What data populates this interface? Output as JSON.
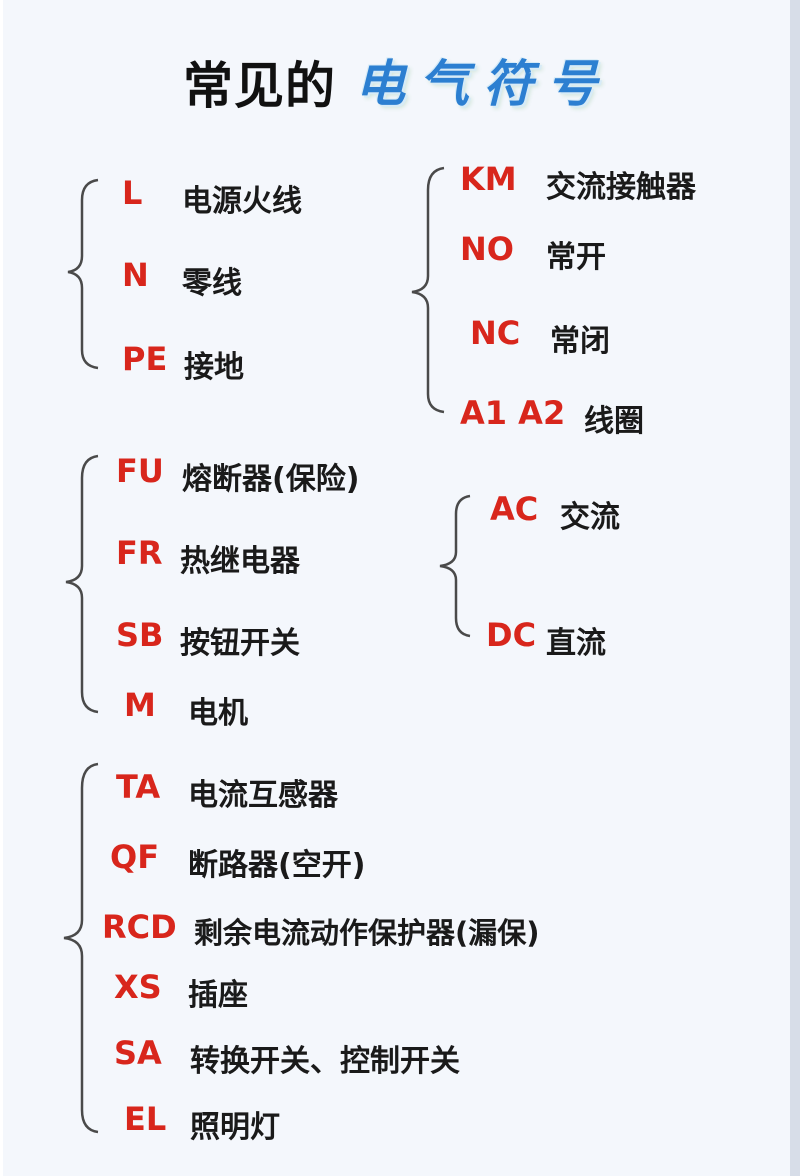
{
  "title": {
    "main": "常见的",
    "accent": "电气符号"
  },
  "groups": [
    {
      "items": [
        {
          "code": "L",
          "label": "电源火线"
        },
        {
          "code": "N",
          "label": "零线"
        },
        {
          "code": "PE",
          "label": "接地"
        }
      ]
    },
    {
      "items": [
        {
          "code": "KM",
          "label": "交流接触器"
        },
        {
          "code": "NO",
          "label": "常开"
        },
        {
          "code": "NC",
          "label": "常闭"
        },
        {
          "code": "A1 A2",
          "label": "线圈"
        }
      ]
    },
    {
      "items": [
        {
          "code": "FU",
          "label": "熔断器(保险)"
        },
        {
          "code": "FR",
          "label": "热继电器"
        },
        {
          "code": "SB",
          "label": "按钮开关"
        },
        {
          "code": "M",
          "label": "电机"
        }
      ]
    },
    {
      "items": [
        {
          "code": "AC",
          "label": "交流"
        },
        {
          "code": "DC",
          "label": "直流"
        }
      ]
    },
    {
      "items": [
        {
          "code": "TA",
          "label": "电流互感器"
        },
        {
          "code": "QF",
          "label": "断路器(空开)"
        },
        {
          "code": "RCD",
          "label": "剩余电流动作保护器(漏保)"
        },
        {
          "code": "XS",
          "label": "插座"
        },
        {
          "code": "SA",
          "label": "转换开关、控制开关"
        },
        {
          "code": "EL",
          "label": "照明灯"
        }
      ]
    }
  ],
  "colors": {
    "code": "#d8261c",
    "label": "#1a1a1a",
    "accent": "#2c7fd1",
    "bracket": "#4a4a4a"
  }
}
